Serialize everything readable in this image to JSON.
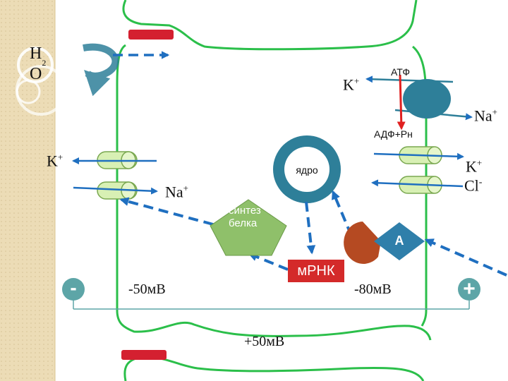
{
  "labels": {
    "water_h": "H",
    "water_sub": "2",
    "water_o": "O",
    "atp": "АТФ",
    "adp": "АДФ+Рн",
    "k_pump": "K",
    "na_pump": "Na",
    "plus_sup": "+",
    "minus_sup": "-",
    "k_left": "K",
    "na_left": "Na",
    "k_right": "K",
    "cl_right": "Cl",
    "nucleus": "ядро",
    "protein_synthesis": "синтез белка",
    "mrna": "мРНК",
    "receptor_a": "A",
    "minus_sign": "-",
    "plus_sign": "+",
    "potential_left": "-50мВ",
    "potential_right": "-80мВ",
    "potential_bottom": "+50мВ"
  },
  "colors": {
    "membrane": "#2bbf4a",
    "arrow": "#1f6fc0",
    "channel_fill": "#d8f0b4",
    "channel_stroke": "#7aa850",
    "pump": "#2e7f99",
    "nucleus": "#2e7f99",
    "junction": "#d42030",
    "protein": "#8fc06a",
    "mrna": "#d42a2a",
    "receptor": "#b54a22",
    "ligand": "#2f7faa",
    "electrode": "#5da5a7",
    "wall": "#e8d8b0",
    "atp_arrow": "#e02020"
  }
}
